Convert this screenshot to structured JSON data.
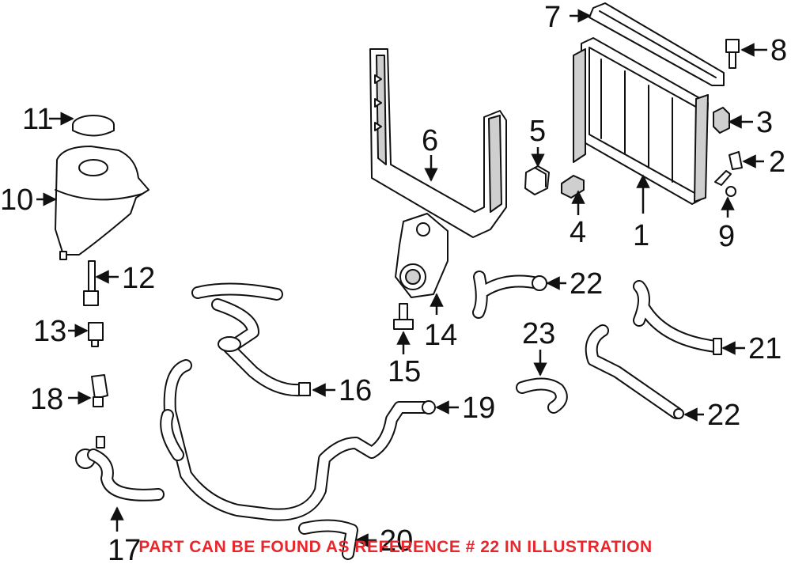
{
  "diagram": {
    "callouts": {
      "c1": "1",
      "c2": "2",
      "c3": "3",
      "c4": "4",
      "c5": "5",
      "c6": "6",
      "c7": "7",
      "c8": "8",
      "c9": "9",
      "c10": "10",
      "c11": "11",
      "c12": "12",
      "c13": "13",
      "c14": "14",
      "c15": "15",
      "c16": "16",
      "c17": "17",
      "c18": "18",
      "c19": "19",
      "c20": "20",
      "c21": "21",
      "c22a": "22",
      "c22b": "22",
      "c23": "23"
    },
    "footer_note": "PART CAN BE FOUND AS REFERENCE # 22 IN ILLUSTRATION",
    "footer_color": "#e8262b",
    "line_color": "#111111"
  }
}
